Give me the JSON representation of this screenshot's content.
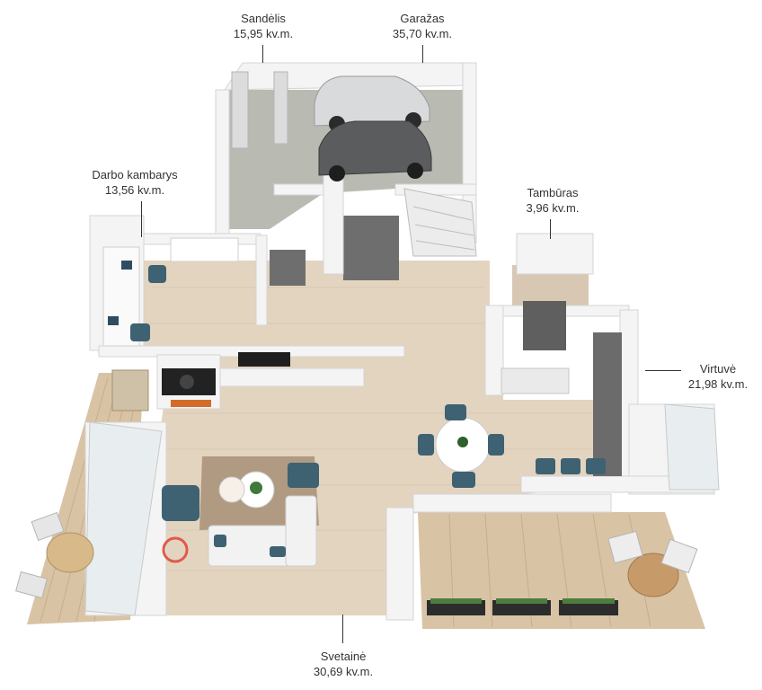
{
  "colors": {
    "floor_wood": "#e3d4c0",
    "deck_wood": "#d9c3a5",
    "garage_floor": "#b9bbb3",
    "wall": "#f4f4f4",
    "wall_shadow": "#d4d4d4",
    "tile": "#6e6e6e",
    "sofa": "#f2f2f2",
    "chair_blue": "#3e6272",
    "rug": "#b09a82",
    "counter": "#6b6b6b",
    "text": "#333333"
  },
  "rooms": [
    {
      "id": "sandelis",
      "name": "Sandėlis",
      "area": "15,95 kv.m."
    },
    {
      "id": "garazas",
      "name": "Garažas",
      "area": "35,70 kv.m."
    },
    {
      "id": "darbo",
      "name": "Darbo kambarys",
      "area": "13,56 kv.m."
    },
    {
      "id": "tamburas",
      "name": "Tambūras",
      "area": "3,96 kv.m."
    },
    {
      "id": "virtuve",
      "name": "Virtuvė",
      "area": "21,98 kv.m."
    },
    {
      "id": "svetaine",
      "name": "Svetainė",
      "area": "30,69 kv.m."
    }
  ],
  "icons": {
    "car": "car-icon",
    "chair": "armchair-icon",
    "plant": "plant-icon",
    "fireplace": "fireplace-icon"
  }
}
